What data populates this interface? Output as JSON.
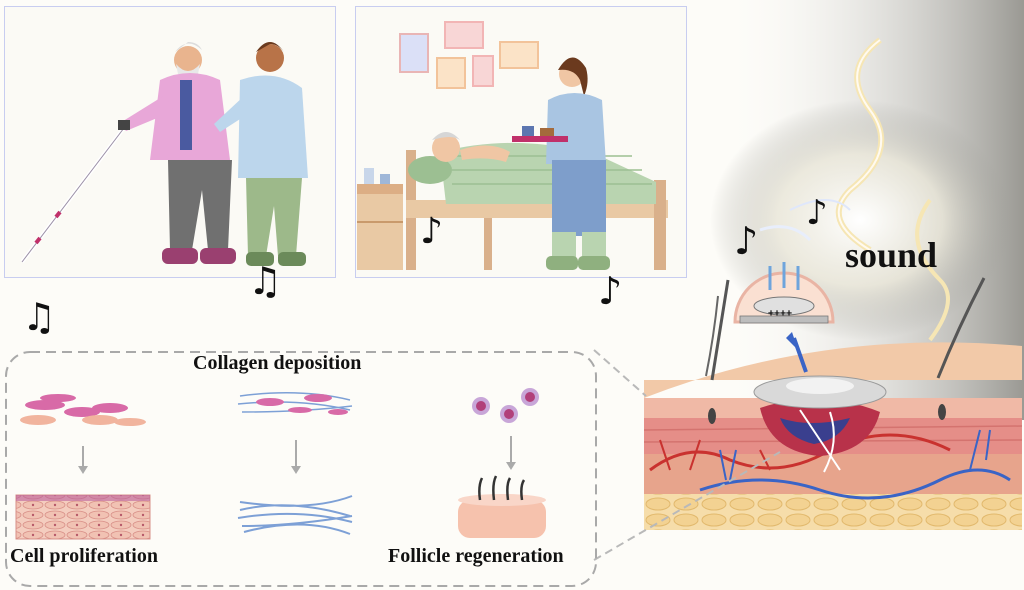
{
  "labels": {
    "collagen": "Collagen deposition",
    "cell": "Cell proliferation",
    "follicle": "Follicle regeneration",
    "sound": "sound",
    "charges": "++++"
  },
  "glyphs": {
    "music_double": "♫",
    "music_single": "♪"
  },
  "colors": {
    "panel_border": "#c8cdf0",
    "dashed_box": "#a9a9a9",
    "skin_epidermis": "#f2c9a8",
    "skin_dermis": "#e08a86",
    "fat": "#f3d9a3",
    "vessel_red": "#c9322f",
    "vessel_blue": "#3a64c6"
  },
  "icons": [
    "music-note-icon",
    "cane-icon",
    "bed-icon",
    "hair-follicle-icon",
    "sound-wave-icon",
    "arrow-down-icon"
  ]
}
